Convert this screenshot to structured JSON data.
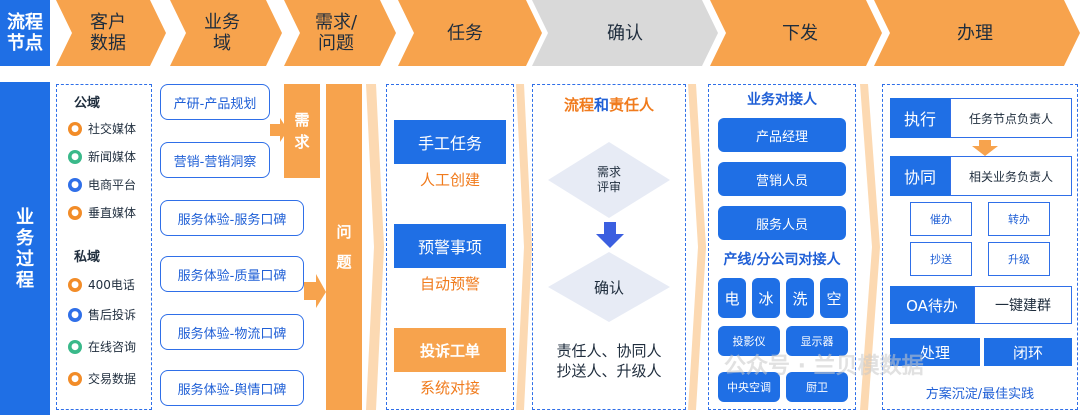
{
  "left_labels": {
    "top": "流程节点",
    "bottom": "业务过程"
  },
  "stages": [
    "客户数据",
    "业务域",
    "需求/问题",
    "任务",
    "确认",
    "下发",
    "办理"
  ],
  "customer": {
    "public_title": "公域",
    "public_items": [
      "社交媒体",
      "新闻媒体",
      "电商平台",
      "垂直媒体"
    ],
    "private_title": "私域",
    "private_items": [
      "400电话",
      "售后投诉",
      "在线咨询",
      "交易数据"
    ]
  },
  "domains": [
    "产研-产品规划",
    "营销-营销洞察",
    "服务体验-服务口碑",
    "服务体验-质量口碑",
    "服务体验-物流口碑",
    "服务体验-舆情口碑"
  ],
  "demand": {
    "need": "需求",
    "problem": "问题"
  },
  "tasks": [
    {
      "name": "手工任务",
      "sub": "人工创建"
    },
    {
      "name": "预警事项",
      "sub": "自动预警"
    },
    {
      "name": "投诉工单",
      "sub": "系统对接"
    }
  ],
  "confirm": {
    "title_a": "流程",
    "title_and": "和",
    "title_b": "责任人",
    "review": "需求评审",
    "confirm": "确认",
    "roles_1": "责任人、协同人",
    "roles_2": "抄送人、升级人"
  },
  "dispatch": {
    "title": "业务对接人",
    "people": [
      "产品经理",
      "营销人员",
      "服务人员"
    ],
    "line_title": "产线/分公司对接人",
    "products": [
      "电",
      "冰",
      "洗",
      "空",
      "投影仪",
      "显示器",
      "中央空调",
      "厨卫"
    ]
  },
  "handle": {
    "exec": "执行",
    "exec_desc": "任务节点负责人",
    "coop": "协同",
    "coop_desc": "相关业务负责人",
    "actions": [
      "催办",
      "转办",
      "抄送",
      "升级"
    ],
    "oa": "OA待办",
    "group": "一键建群",
    "process": "处理",
    "close": "闭环",
    "footer": "方案沉淀/最佳实践"
  },
  "watermark": "公众号 · 兰贝模数据"
}
